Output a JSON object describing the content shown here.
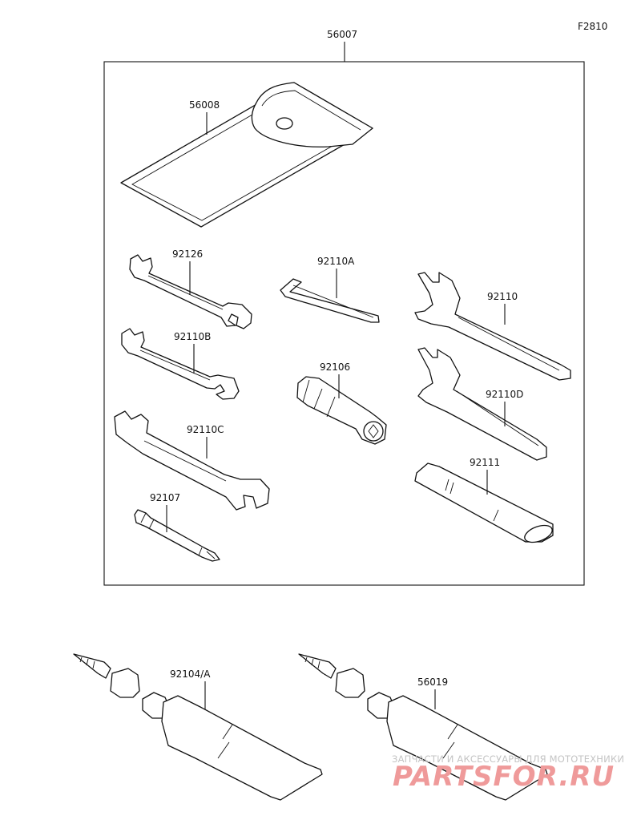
{
  "figure_code": "F2810",
  "kit_label": "56007",
  "parts": {
    "case": "56008",
    "wrench_a": "92126",
    "wrench_b": "92110B",
    "wrench_c": "92110C",
    "screwdriver": "92107",
    "hex_key": "92110A",
    "socket": "92106",
    "spanner_a": "92110",
    "spanner_b": "92110D",
    "handle": "92111",
    "tube_a": "92104/A",
    "tube_b": "56019"
  },
  "watermark": {
    "line1": "ЗАПЧАСТИ И АКСЕССУАРЫ ДЛЯ МОТОТЕХНИКИ",
    "line2": "PARTSFOR.RU"
  }
}
